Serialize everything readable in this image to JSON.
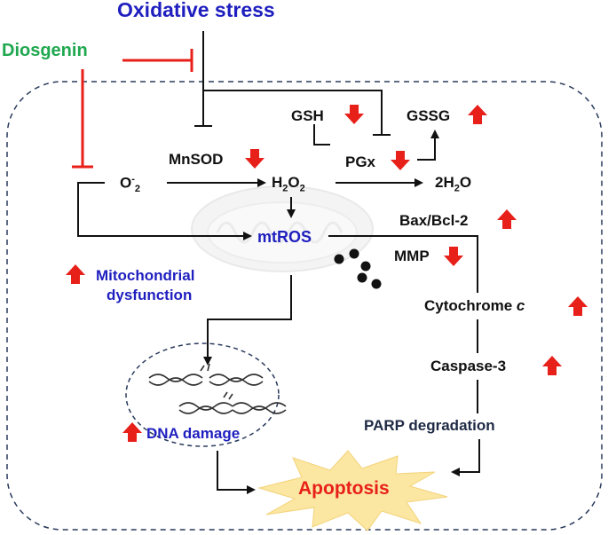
{
  "title": "Oxidative stress",
  "inhibitor": "Diosgenin",
  "nodes": {
    "mnsod": "MnSOD",
    "superoxide_base": "O",
    "superoxide_sup": "-",
    "superoxide_sub": "2",
    "h2o2_base": "H",
    "h2o2_sub1": "2",
    "h2o2_mid": "O",
    "h2o2_sub2": "2",
    "gsh": "GSH",
    "gssg": "GSSG",
    "pgx": "PGx",
    "water_pre": "2H",
    "water_sub": "2",
    "water_post": "O",
    "mtros": "mtROS",
    "bax": "Bax/Bcl-2",
    "mmp": "MMP",
    "mito_line1": "Mitochondrial",
    "mito_line2": "dysfunction",
    "cytochrome": "Cytochrome ",
    "cytochrome_italic": "c",
    "caspase": "Caspase-3",
    "parp": "PARP degradation",
    "dna": "DNA damage",
    "apoptosis": "Apoptosis"
  },
  "colors": {
    "title": "#1f1fbf",
    "inhibitor": "#1fa84f",
    "inhibition_line": "#e8201a",
    "change_arrow": "#e8201a",
    "node_text": "#111111",
    "mito_text": "#1f1fbf",
    "parp_text": "#1f2a44",
    "apoptosis_text": "#e8201a",
    "apoptosis_burst": "#fbe7a1",
    "border": "#2a3a5c"
  }
}
